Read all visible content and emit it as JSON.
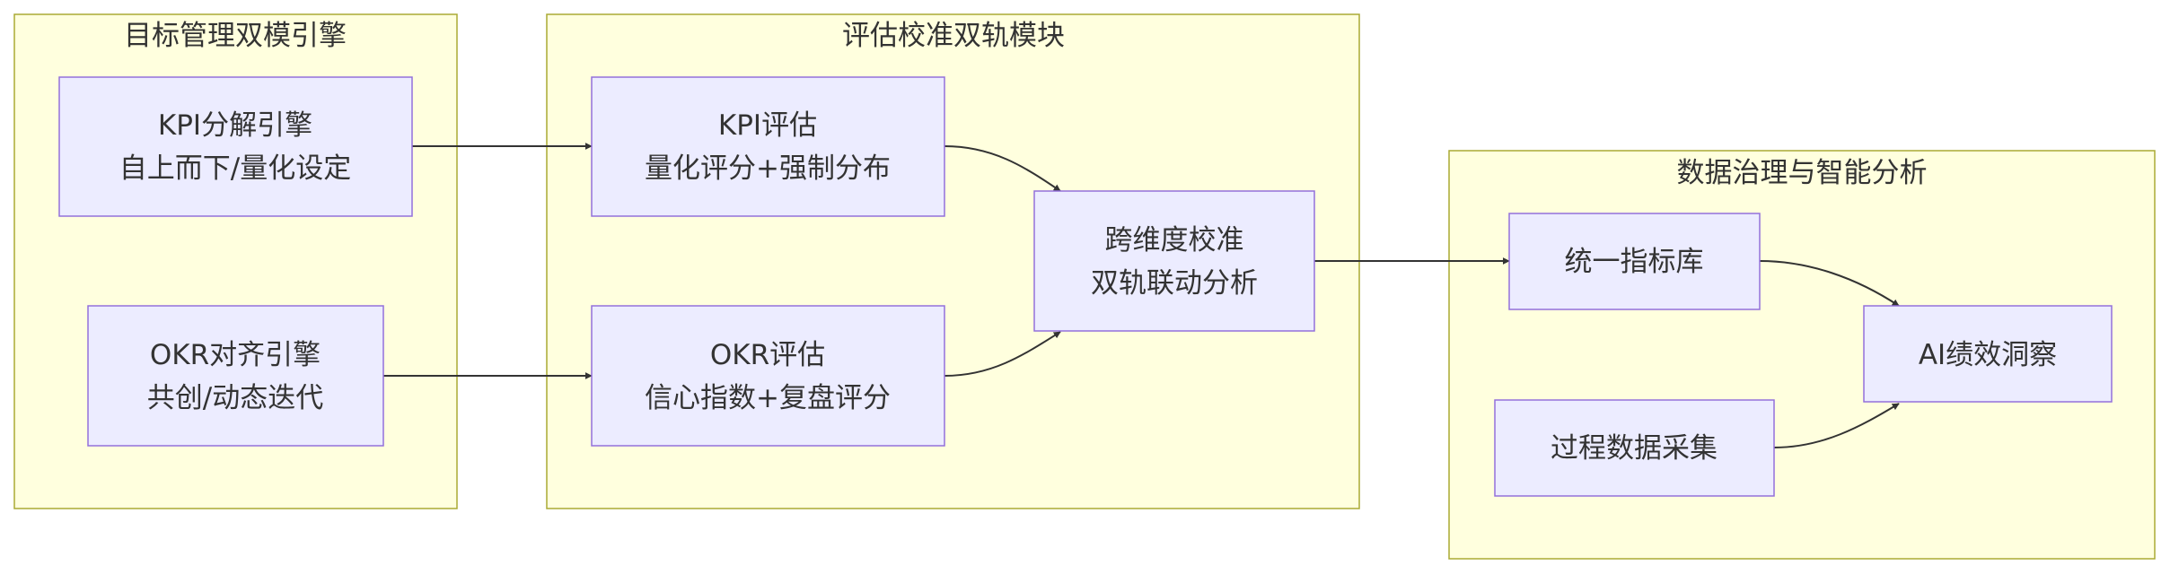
{
  "clusters": {
    "goal": {
      "title": "目标管理双模引擎"
    },
    "eval": {
      "title": "评估校准双轨模块"
    },
    "data": {
      "title": "数据治理与智能分析"
    }
  },
  "nodes": {
    "kpi_engine": {
      "line1": "KPI分解引擎",
      "line2": "自上而下/量化设定"
    },
    "okr_engine": {
      "line1": "OKR对齐引擎",
      "line2": "共创/动态迭代"
    },
    "kpi_eval": {
      "line1": "KPI评估",
      "line2": "量化评分+强制分布"
    },
    "okr_eval": {
      "line1": "OKR评估",
      "line2": "信心指数+复盘评分"
    },
    "calibration": {
      "line1": "跨维度校准",
      "line2": "双轨联动分析"
    },
    "metric_library": {
      "line1": "统一指标库"
    },
    "process_data": {
      "line1": "过程数据采集"
    },
    "ai_insight": {
      "line1": "AI绩效洞察"
    }
  }
}
